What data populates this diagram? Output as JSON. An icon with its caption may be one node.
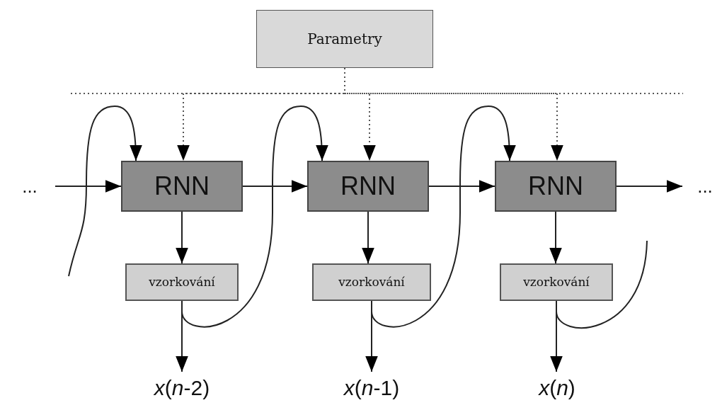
{
  "diagram": {
    "nodes": [
      {
        "text": [
          "Parametry"
        ]
      },
      {
        "text": [
          "..."
        ]
      },
      {
        "text": [
          "RNN"
        ]
      },
      {
        "text": [
          "vzorkování"
        ]
      },
      {
        "text": [
          "*x*(*n*-2)"
        ]
      },
      {
        "text": [
          "RNN"
        ]
      },
      {
        "text": [
          "vzorkování"
        ]
      },
      {
        "text": [
          "*x*(*n*-1)"
        ]
      },
      {
        "text": [
          "RNN"
        ]
      },
      {
        "text": [
          "vzorkování"
        ]
      },
      {
        "text": [
          "*x*(*n*)"
        ]
      },
      {
        "text": [
          "..."
        ]
      }
    ],
    "edges": [
      {
        "from": 0,
        "to": 2,
        "arrow": "to",
        "style": "dashed"
      },
      {
        "from": 0,
        "to": 5,
        "arrow": "to",
        "style": "dashed"
      },
      {
        "from": 0,
        "to": 8,
        "arrow": "to",
        "style": "dashed"
      },
      {
        "from": 1,
        "to": 2,
        "arrow": "to"
      },
      {
        "from": 2,
        "to": 5,
        "arrow": "to"
      },
      {
        "from": 5,
        "to": 8,
        "arrow": "to"
      },
      {
        "from": 8,
        "to": 11,
        "arrow": "to"
      },
      {
        "from": 2,
        "to": 3,
        "arrow": "to"
      },
      {
        "from": 3,
        "to": 4,
        "arrow": "to"
      },
      {
        "from": 5,
        "to": 6,
        "arrow": "to"
      },
      {
        "from": 6,
        "to": 7,
        "arrow": "to"
      },
      {
        "from": 8,
        "to": 9,
        "arrow": "to"
      },
      {
        "from": 9,
        "to": 10,
        "arrow": "to"
      },
      {
        "from": null,
        "to": 2,
        "arrow": "to"
      },
      {
        "from": 3,
        "to": 5,
        "arrow": "to"
      },
      {
        "from": 6,
        "to": 8,
        "arrow": "to"
      },
      {
        "from": 9,
        "to": null,
        "arrow": "none"
      }
    ]
  }
}
